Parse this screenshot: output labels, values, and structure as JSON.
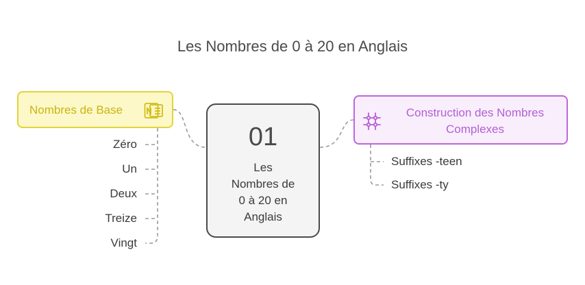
{
  "title": "Les Nombres de 0 à 20 en Anglais",
  "center": {
    "number": "01",
    "label": "Les\nNombres de\n0 à 20 en\nAnglais"
  },
  "left": {
    "label": "Nombres de Base",
    "icon": "notebook-icon",
    "items": [
      "Zéro",
      "Un",
      "Deux",
      "Treize",
      "Vingt"
    ]
  },
  "right": {
    "label": "Construction des Nombres Complexes",
    "icon": "hashtag-network-icon",
    "items": [
      "Suffixes -teen",
      "Suffixes -ty"
    ]
  },
  "colors": {
    "left_fill": "#fdf8c8",
    "left_border": "#e3d33a",
    "left_text": "#c9b512",
    "right_fill": "#f8eefc",
    "right_border": "#c066dc",
    "right_text": "#b45fd4",
    "center_fill": "#f4f4f4",
    "center_border": "#4a4a4a"
  }
}
